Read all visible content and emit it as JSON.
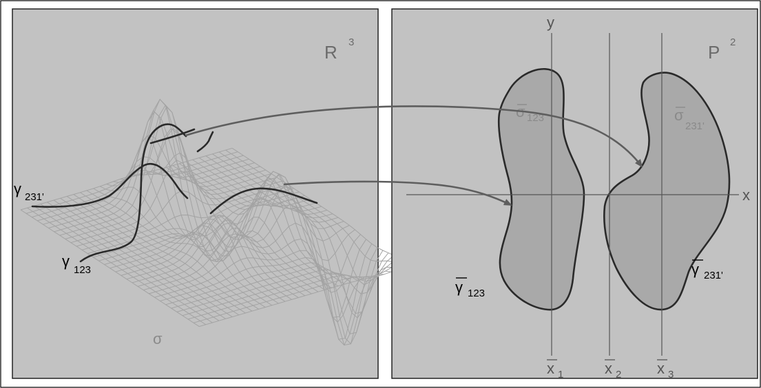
{
  "left_panel": {
    "space_label": "R",
    "space_superscript": "3",
    "surface_label": "σ",
    "curve_labels": [
      {
        "symbol": "γ",
        "subscript": "231'"
      },
      {
        "symbol": "γ",
        "subscript": "123"
      }
    ]
  },
  "right_panel": {
    "space_label": "P",
    "space_superscript": "2",
    "axis_x_label": "x",
    "axis_y_label": "y",
    "parallel_axes": [
      {
        "symbol": "x",
        "subscript": "1"
      },
      {
        "symbol": "x",
        "subscript": "2"
      },
      {
        "symbol": "x",
        "subscript": "3"
      }
    ],
    "region_labels": [
      {
        "symbol": "σ",
        "subscript": "123"
      },
      {
        "symbol": "σ",
        "subscript": "231'"
      }
    ],
    "boundary_labels": [
      {
        "symbol": "γ",
        "subscript": "123"
      },
      {
        "symbol": "γ",
        "subscript": "231'"
      }
    ]
  },
  "colors": {
    "panel_bg": "#c2c2c2",
    "mesh": "#a3a3a3",
    "curve": "#2a2a2a",
    "region_fill": "#a9a9a9",
    "arrow": "#5e5e5e",
    "label_gray": "#8a8a8a"
  }
}
